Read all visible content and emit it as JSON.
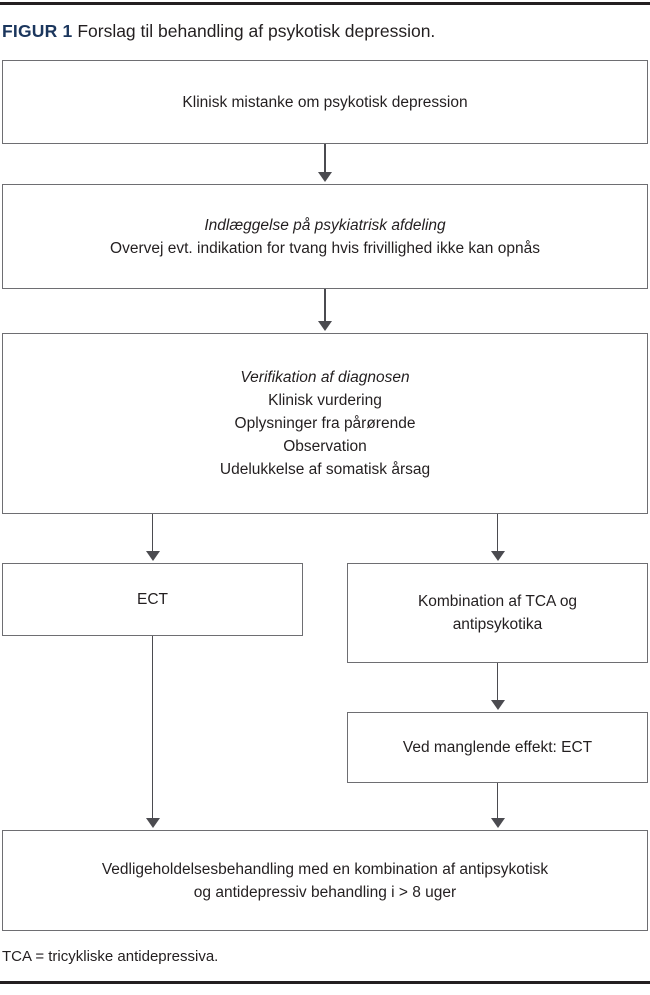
{
  "figure": {
    "label": "FIGUR 1",
    "title": "Forslag til behandling af psykotisk depression.",
    "label_color": "#1b365d",
    "text_color": "#231f20",
    "box_border_color": "#6e6e72",
    "connector_color": "#4b4b50"
  },
  "nodes": {
    "suspicion": {
      "lines": [
        "Klinisk mistanke om psykotisk depression"
      ]
    },
    "admission": {
      "lines": [
        "Indlæggelse på psykiatrisk afdeling",
        "Overvej evt. indikation for tvang hvis frivillighed ikke kan opnås"
      ]
    },
    "verify": {
      "lines": [
        "Verifikation af diagnosen",
        "Klinisk vurdering",
        "Oplysninger fra pårørende",
        "Observation",
        "Udelukkelse af somatisk årsag"
      ]
    },
    "ect": {
      "lines": [
        "ECT"
      ]
    },
    "combination": {
      "lines": [
        "Kombination af TCA og",
        "antipsykotika"
      ]
    },
    "ect_failure": {
      "lines": [
        "Ved manglende effekt: ECT"
      ]
    },
    "maintenance": {
      "lines": [
        "Vedligeholdelsesbehandling med en kombination af antipsykotisk",
        "og antidepressiv behandling i > 8 uger"
      ]
    }
  },
  "footnote": "TCA = tricykliske antidepressiva."
}
